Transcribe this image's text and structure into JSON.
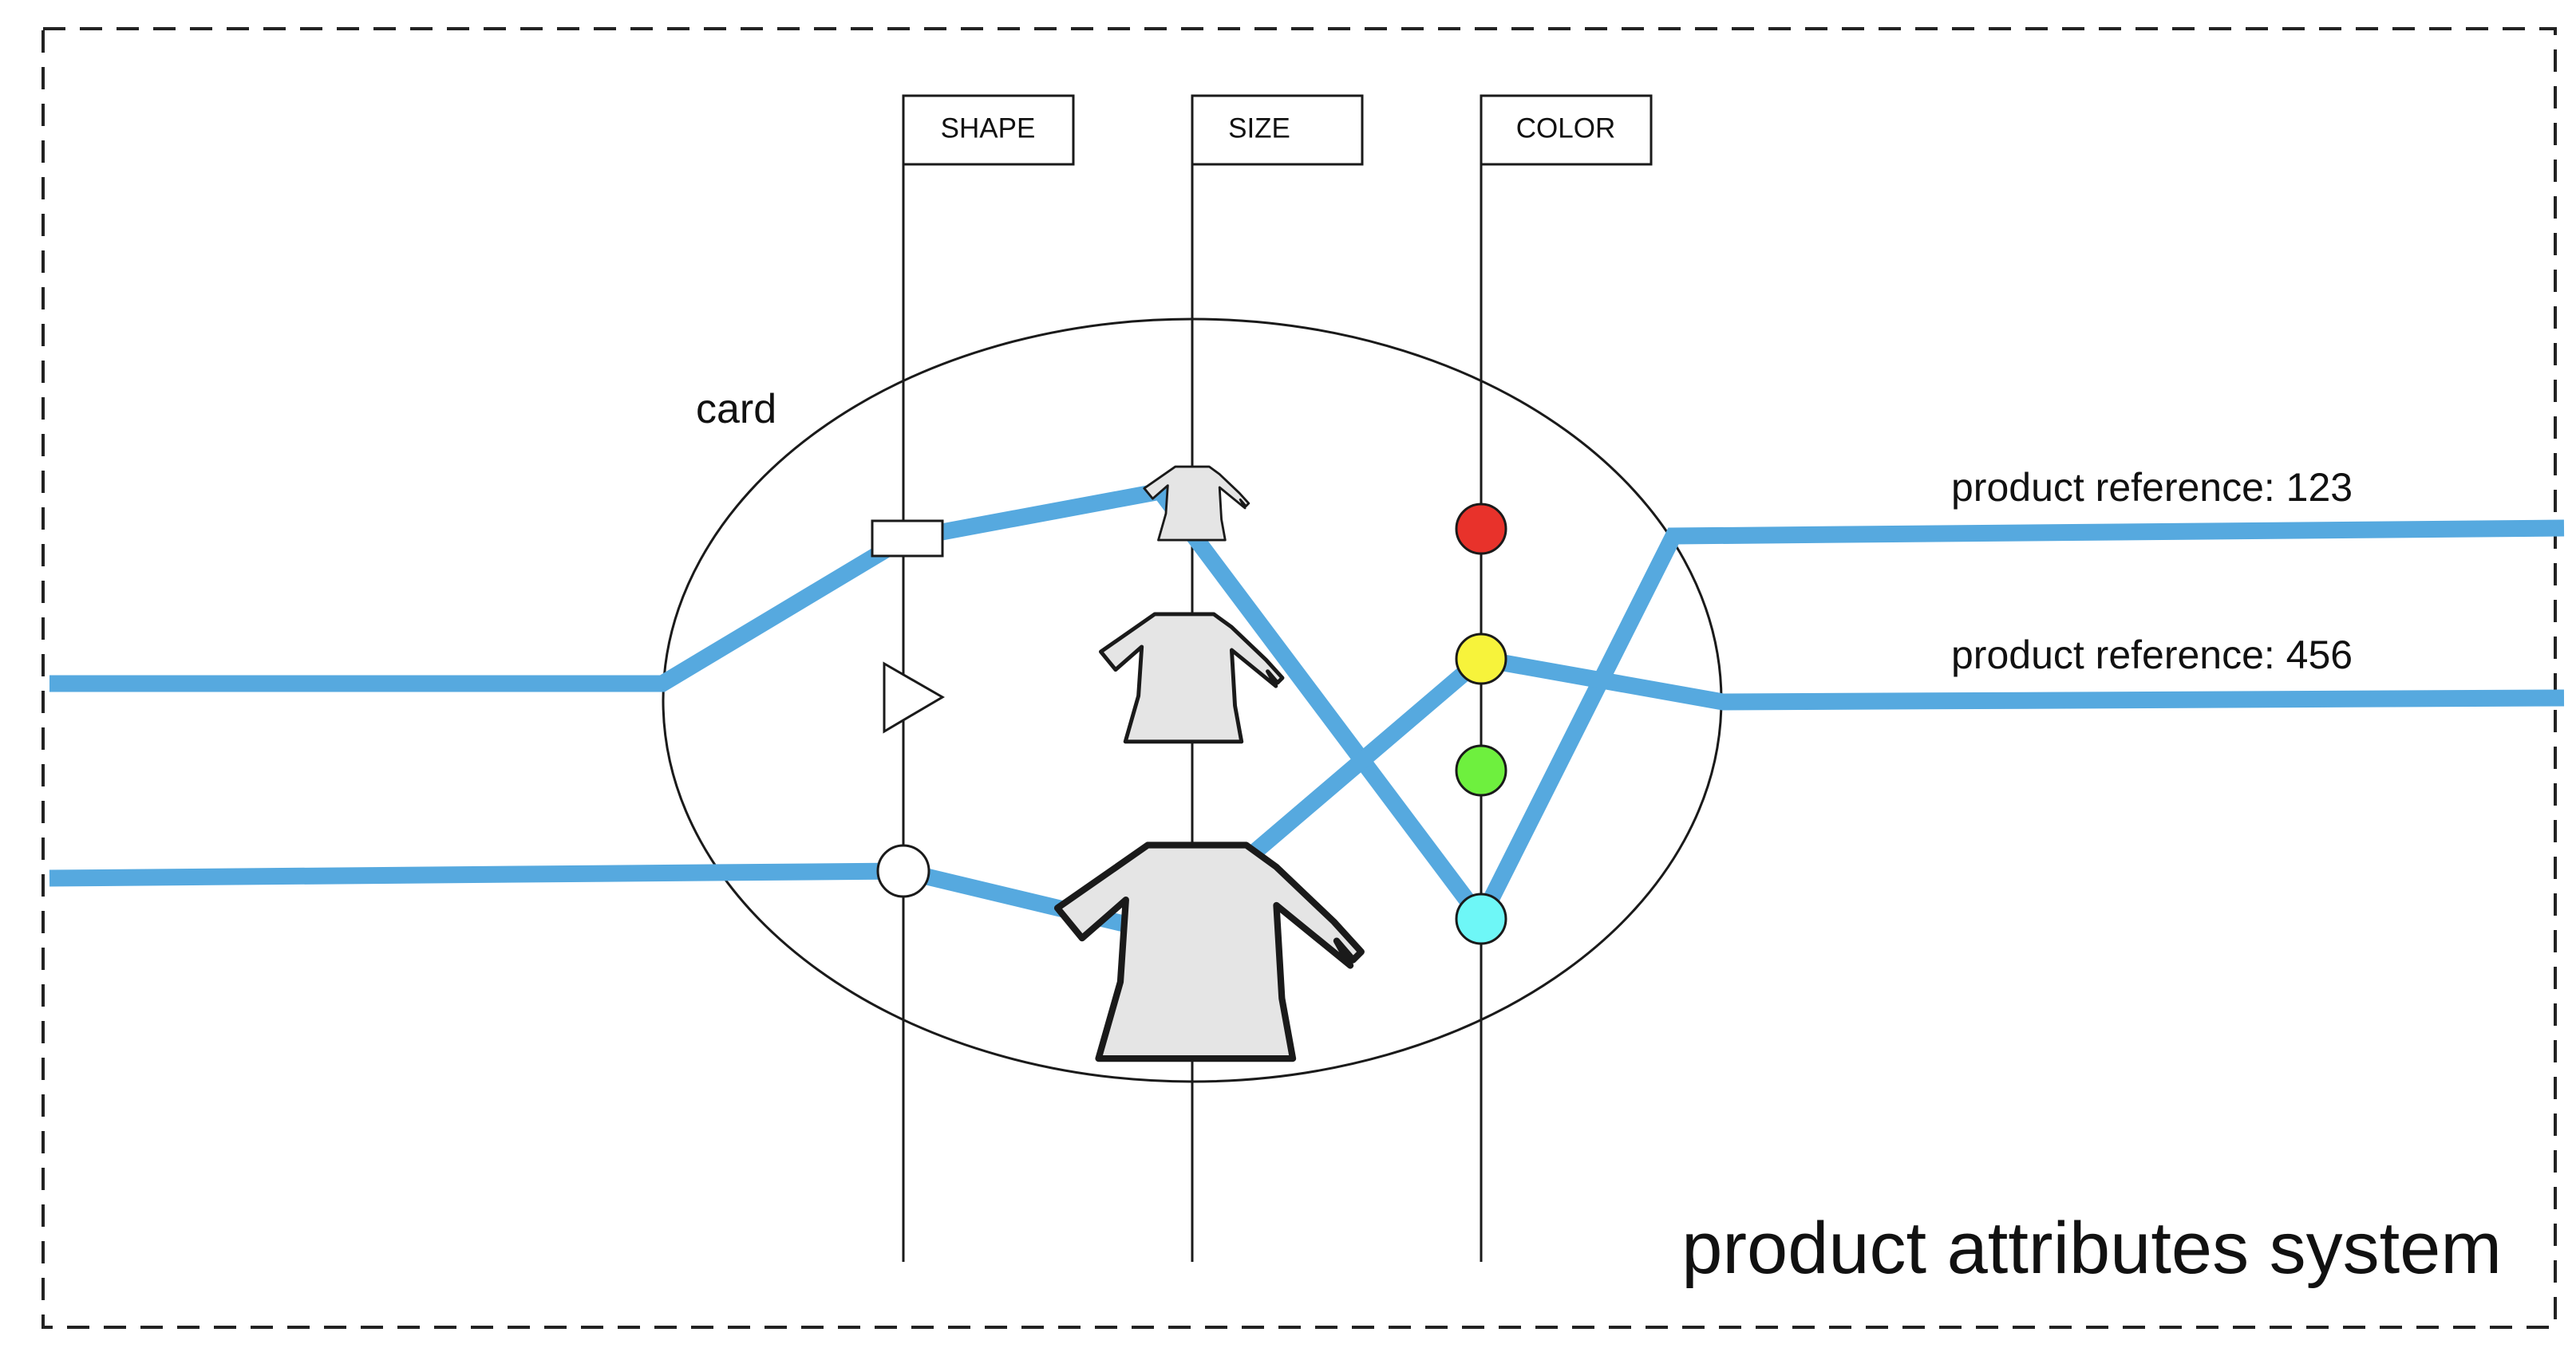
{
  "title": "product attributes system",
  "card_label": "card",
  "attributes": [
    {
      "id": "shape",
      "label": "SHAPE"
    },
    {
      "id": "size",
      "label": "SIZE"
    },
    {
      "id": "color",
      "label": "COLOR"
    }
  ],
  "shape_values": [
    "rectangle",
    "triangle",
    "circle"
  ],
  "size_values": [
    "small",
    "medium",
    "large"
  ],
  "color_values": [
    {
      "name": "red",
      "hex": "#e8322b"
    },
    {
      "name": "yellow",
      "hex": "#f7f33b"
    },
    {
      "name": "green",
      "hex": "#6ef03e"
    },
    {
      "name": "cyan",
      "hex": "#6ef7f7"
    }
  ],
  "products": [
    {
      "label": "product reference: 123",
      "shape": "rectangle",
      "size": "small",
      "color": "cyan"
    },
    {
      "label": "product reference: 456",
      "shape": "circle",
      "size": "large",
      "color": "yellow"
    }
  ],
  "colors": {
    "route": "#56a9df",
    "shirt_fill": "#e5e5e5",
    "line": "#1a1a1a"
  }
}
